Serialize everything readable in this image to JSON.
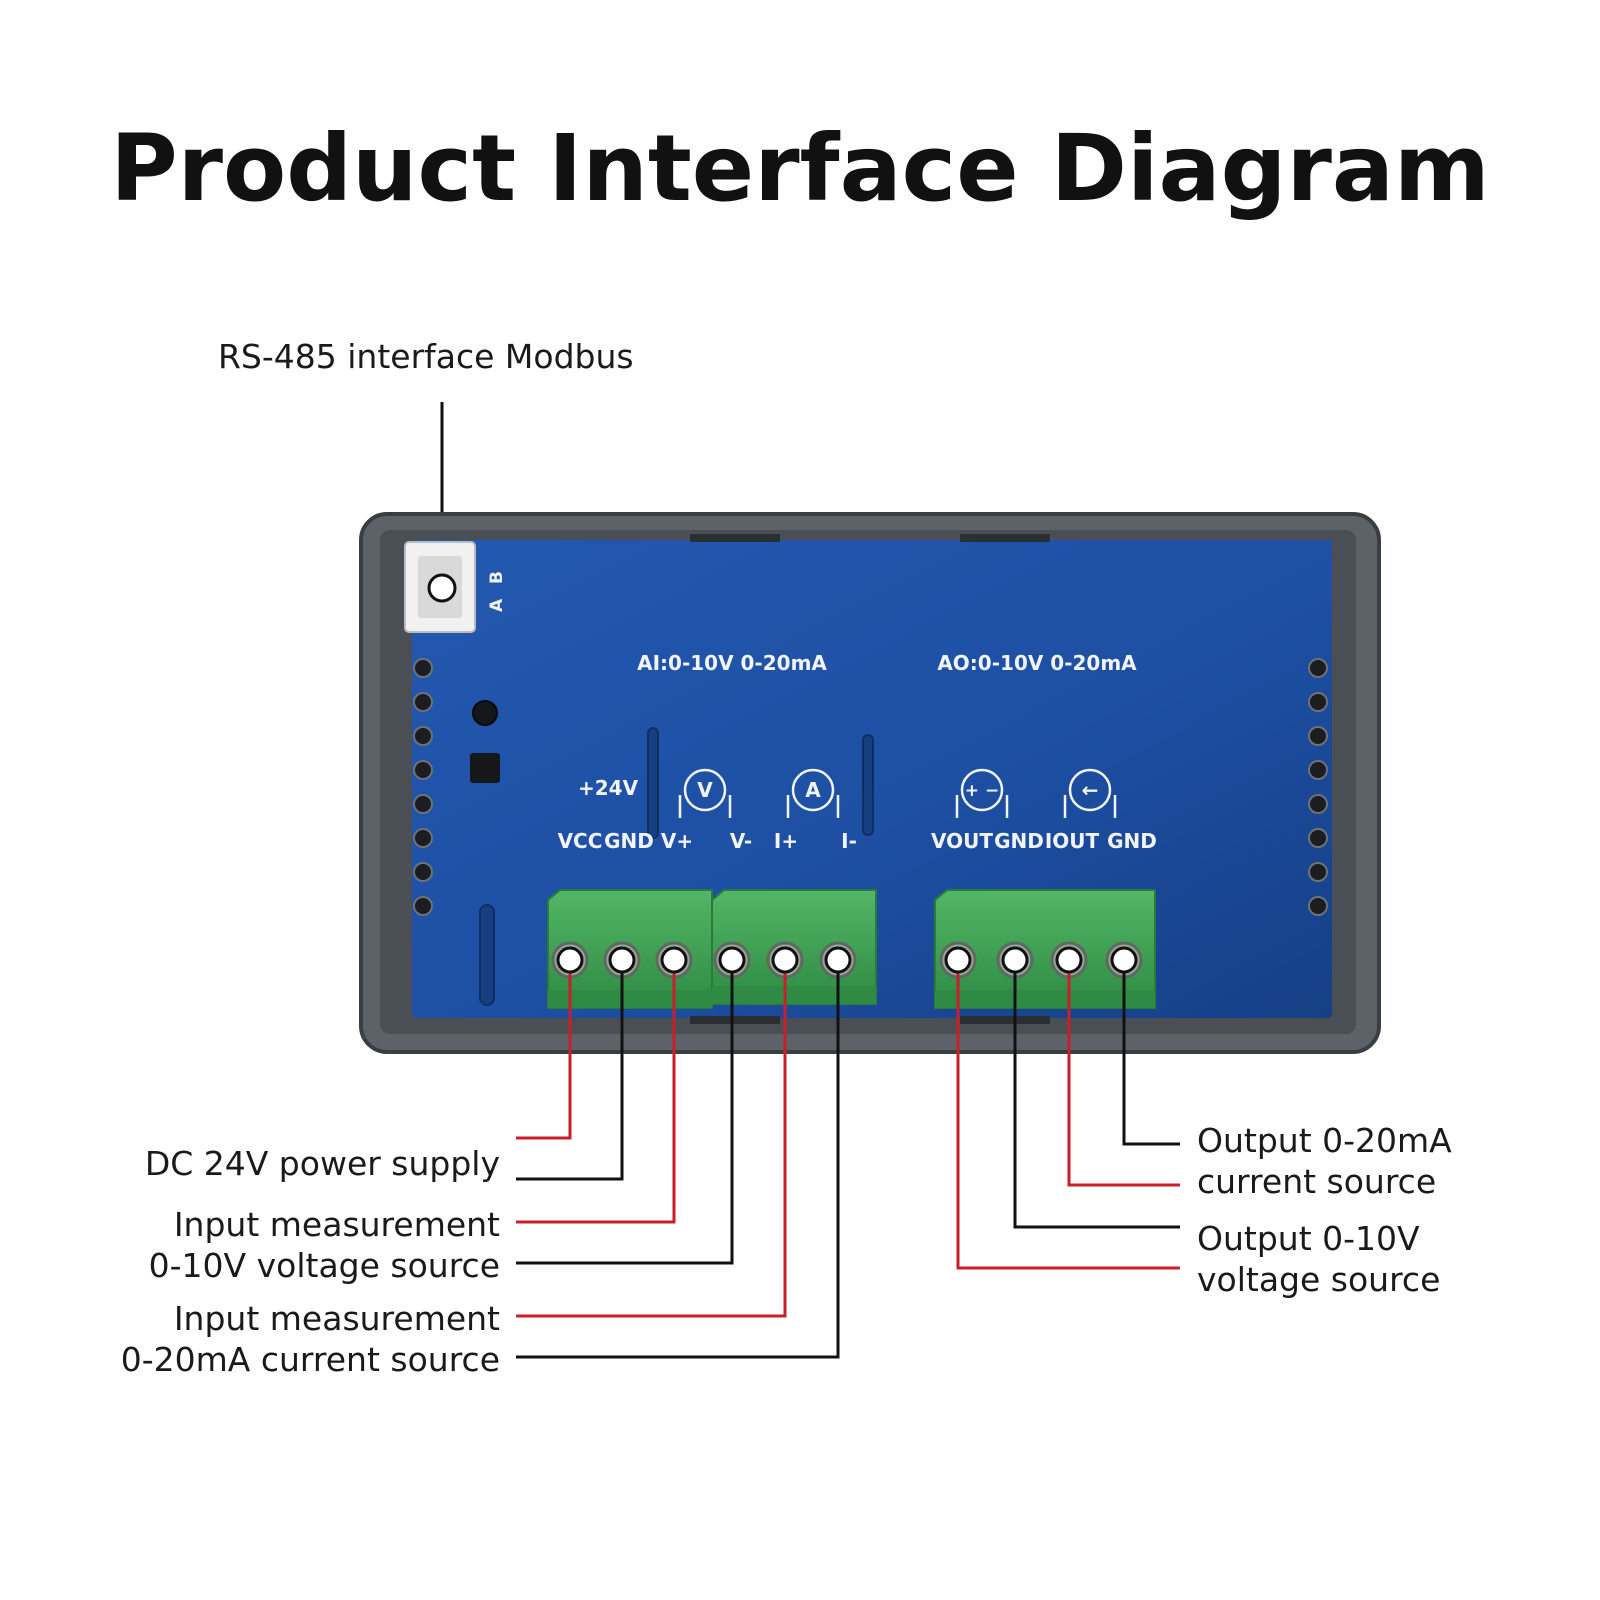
{
  "title": "Product Interface Diagram",
  "rs485_label": "RS-485 interface Modbus",
  "connector_letters": [
    "A",
    "B"
  ],
  "board_labels": {
    "ai": "AI:0-10V 0-20mA",
    "ao": "AO:0-10V 0-20mA",
    "plus24": "+24V",
    "volt_symbol": "V",
    "amp_symbol": "A",
    "source_symbol": "+ −",
    "current_symbol": "←"
  },
  "input_terminals": [
    "VCC",
    "GND",
    "V+",
    "V-",
    "I+",
    "I-"
  ],
  "output_terminals": [
    "VOUT",
    "GND",
    "IOUT",
    "GND"
  ],
  "left_callouts": [
    {
      "lines": [
        "DC 24V power supply"
      ]
    },
    {
      "lines": [
        "Input measurement",
        "0-10V voltage source"
      ]
    },
    {
      "lines": [
        "Input measurement",
        "0-20mA current source"
      ]
    }
  ],
  "right_callouts": [
    {
      "lines": [
        "Output 0-20mA",
        "current source"
      ]
    },
    {
      "lines": [
        "Output 0-10V",
        "voltage source"
      ]
    }
  ],
  "colors": {
    "board_blue": "#1d4fa3",
    "case_gray": "#555b61",
    "terminal_green": "#3fa454",
    "wire_red": "#c8202a",
    "wire_black": "#111111"
  }
}
